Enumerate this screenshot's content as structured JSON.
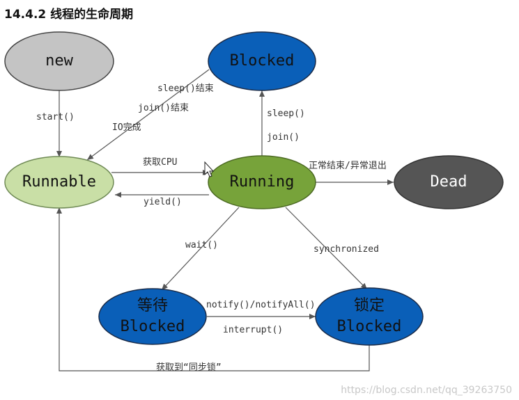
{
  "section_title": "14.4.2 线程的生命周期",
  "states": {
    "new": "new",
    "runnable": "Runnable",
    "blocked": "Blocked",
    "running": "Running",
    "dead": "Dead",
    "wait_blocked_line1": "等待",
    "wait_blocked_line2": "Blocked",
    "lock_blocked_line1": "锁定",
    "lock_blocked_line2": "Blocked"
  },
  "transitions": {
    "start": "start()",
    "sleep_end": "sleep()结束",
    "join_end": "join()结束",
    "io_done": "IO完成",
    "get_cpu": "获取CPU",
    "yield": "yield()",
    "sleep": "sleep()",
    "join": "join()",
    "normal_or_exception_exit": "正常结束/异常退出",
    "wait": "wait()",
    "synchronized": "synchronized",
    "notify": "notify()/notifyAll()",
    "interrupt": "interrupt()",
    "acquire_lock": "获取到“同步锁”"
  },
  "colors": {
    "new": "#c4c4c4",
    "runnable": "#c9dfa6",
    "blocked": "#0a5fb8",
    "running": "#77a33a",
    "dead": "#555555",
    "edge": "#555555"
  },
  "watermark": "https://blog.csdn.net/qq_39263750"
}
